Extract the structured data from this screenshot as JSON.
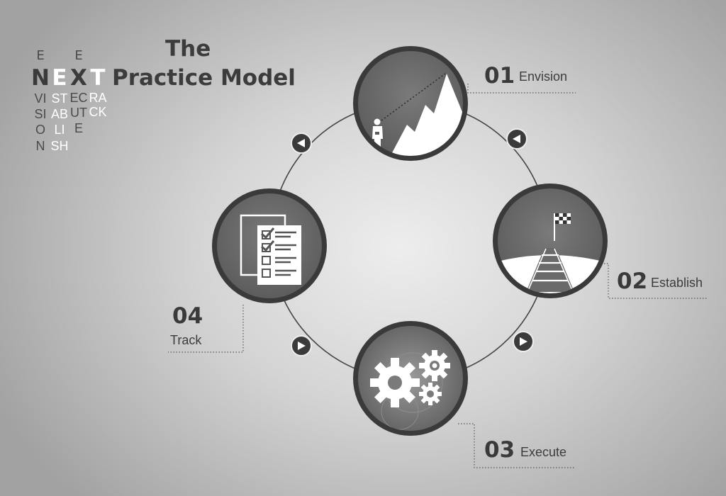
{
  "title": {
    "line1": "The",
    "line2": "Practice Model"
  },
  "acronym": {
    "word": [
      "N",
      "E",
      "X",
      "T"
    ],
    "columns": [
      {
        "top": "E",
        "big": "N",
        "down": "VISION"
      },
      {
        "top": "",
        "big": "E",
        "down": "STABLISH"
      },
      {
        "top": "E",
        "big": "X",
        "down": "ECUTE"
      },
      {
        "top": "",
        "big": "T",
        "down": "RACK"
      }
    ]
  },
  "steps": [
    {
      "number": "01",
      "label": "Envision",
      "icon": "mountain-climber-icon"
    },
    {
      "number": "02",
      "label": "Establish",
      "icon": "flag-road-icon"
    },
    {
      "number": "03",
      "label": "Execute",
      "icon": "gears-icon"
    },
    {
      "number": "04",
      "label": "Track",
      "icon": "checklist-icon"
    }
  ],
  "colors": {
    "ring": "#3a3a3a",
    "highlight": "#ffffff",
    "text": "#3c3c3c"
  }
}
